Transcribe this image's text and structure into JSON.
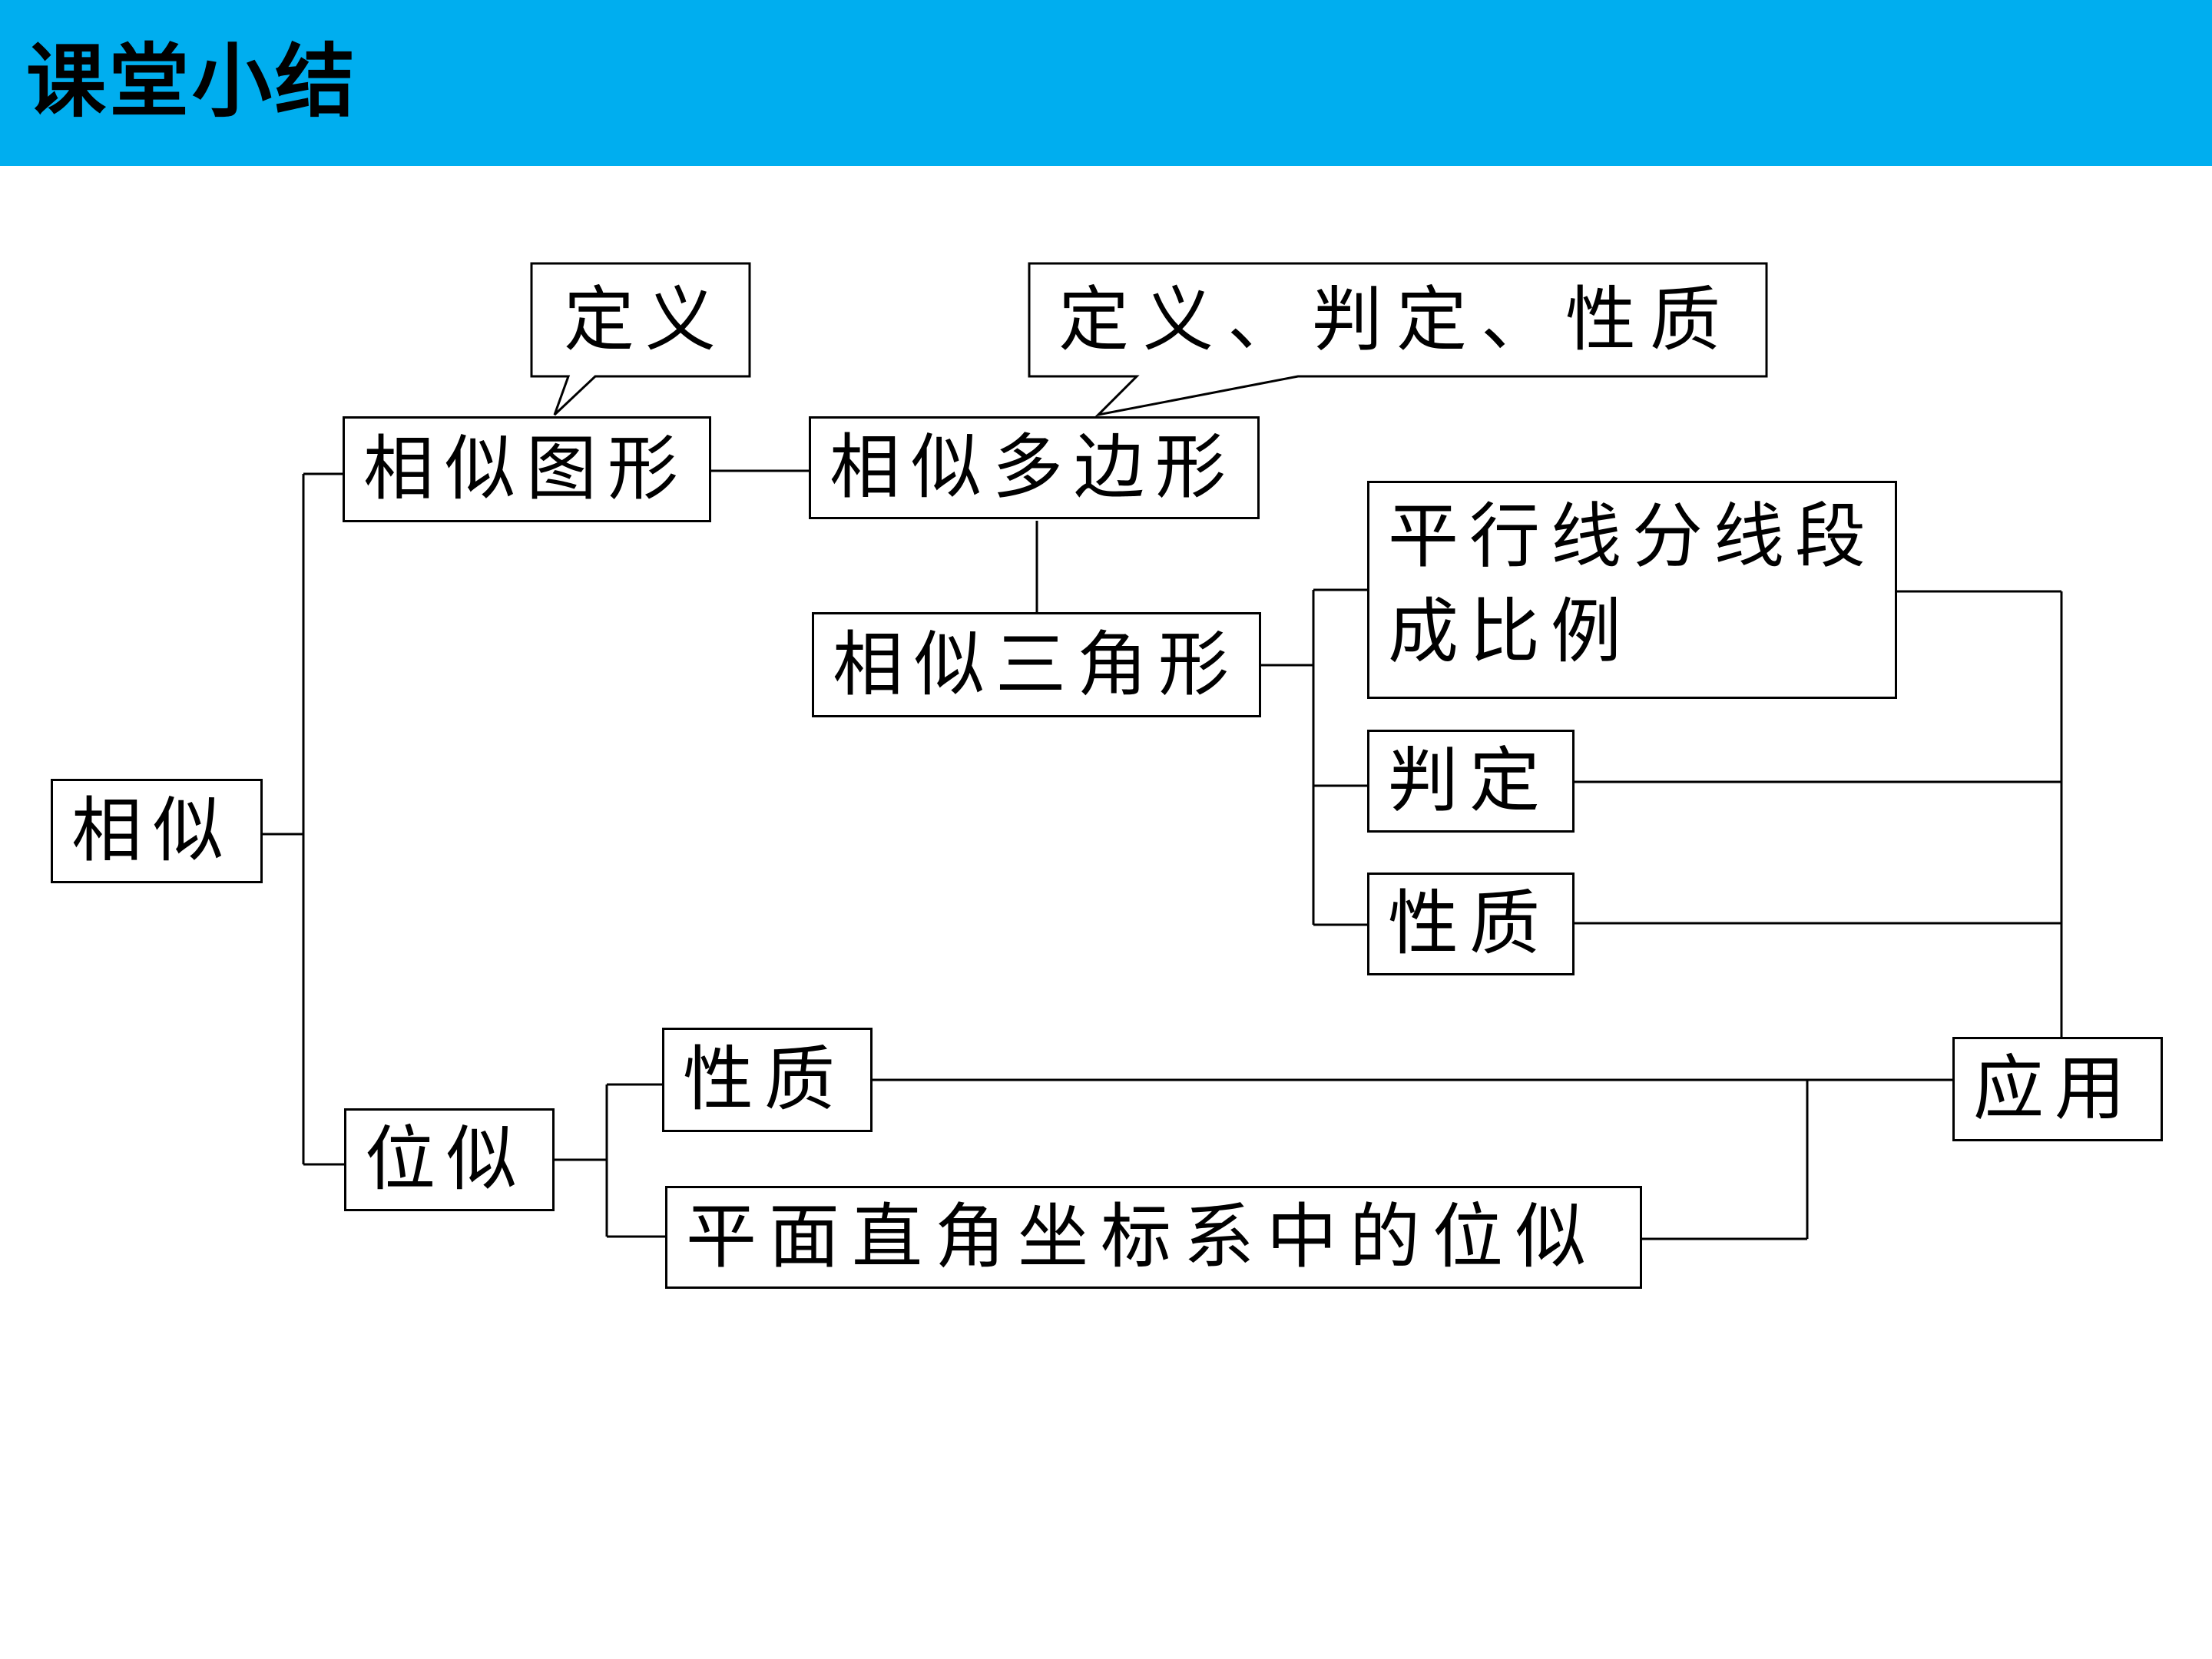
{
  "header": {
    "title": "课堂小结"
  },
  "colors": {
    "header_bg": "#00AEEF",
    "line": "#000000"
  },
  "nodes": {
    "root": "相似",
    "similar_figures": "相似图形",
    "similar_figures_callout": "定义",
    "similar_polygons": "相似多边形",
    "similar_polygons_callout": "定义、判定、性质",
    "similar_triangles": "相似三角形",
    "proportional_segments": "平行线分线段成比例",
    "criteria": "判定",
    "properties_triangle": "性质",
    "homothety": "位似",
    "homothety_properties": "性质",
    "homothety_coordinate": "平面直角坐标系中的位似",
    "application": "应用"
  }
}
